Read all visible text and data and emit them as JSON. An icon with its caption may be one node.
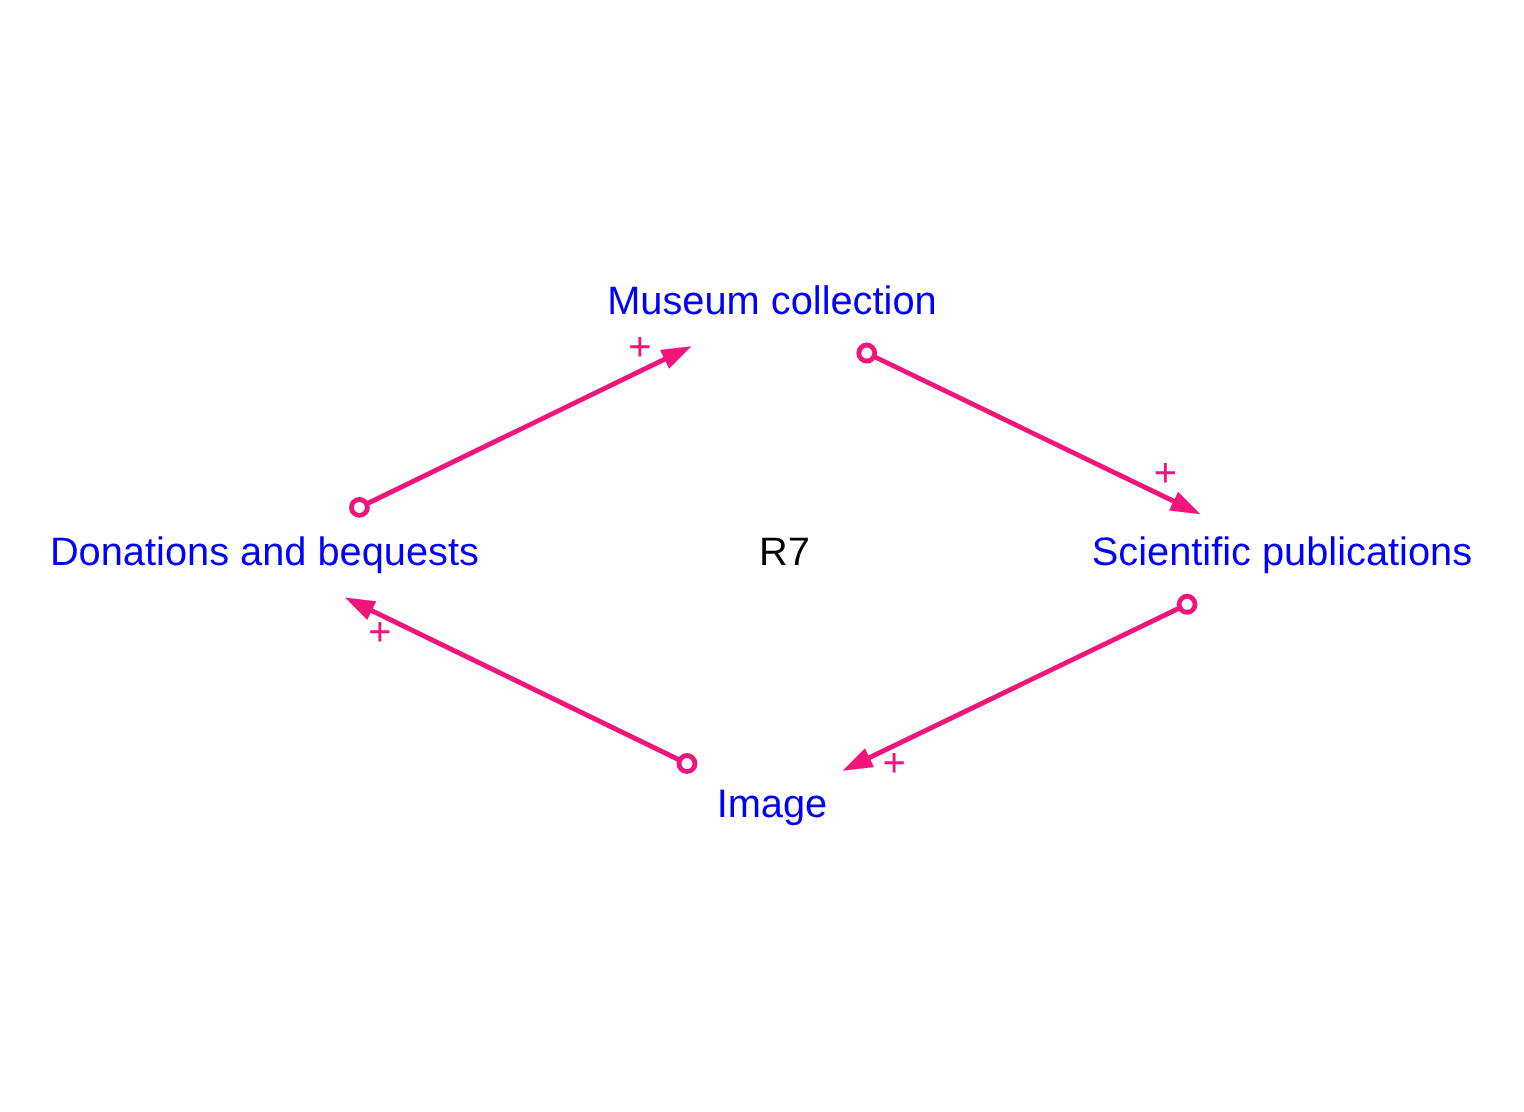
{
  "diagram": {
    "nodes": [
      {
        "text": [
          "Museum collection"
        ]
      },
      {
        "text": [
          "Scientific publications"
        ]
      },
      {
        "text": [
          "Image"
        ]
      },
      {
        "text": [
          "Donations and bequests"
        ]
      }
    ],
    "edges": [
      {
        "from": 0,
        "to": 1,
        "arrow": "to",
        "label": "+"
      },
      {
        "from": 1,
        "to": 2,
        "arrow": "to",
        "label": "+"
      },
      {
        "from": 2,
        "to": 3,
        "arrow": "to",
        "label": "+"
      },
      {
        "from": 3,
        "to": 0,
        "arrow": "to",
        "label": "+"
      }
    ],
    "labels": [
      "R7"
    ]
  }
}
